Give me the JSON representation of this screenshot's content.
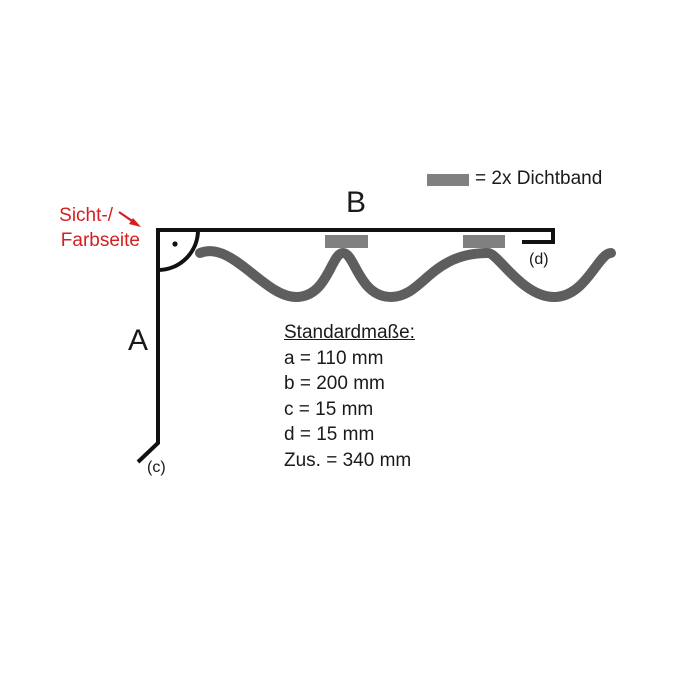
{
  "legend": {
    "swatch_color": "#808080",
    "text": "= 2x Dichtband"
  },
  "labels": {
    "edge_b": "B",
    "edge_a": "A",
    "fold_c": "(c)",
    "fold_d": "(d)",
    "visible_side_line1": "Sicht-/",
    "visible_side_line2": "Farbseite"
  },
  "standard_dimensions": {
    "title": "Standardmaße:",
    "items": [
      "a = 110 mm",
      "b = 200 mm",
      "c = 15 mm",
      "d = 15 mm",
      "Zus. = 340 mm"
    ]
  },
  "colors": {
    "profile": "#111111",
    "corrugation": "#5e5e5e",
    "sealing_tape": "#808080",
    "highlight_text": "#d42020"
  }
}
